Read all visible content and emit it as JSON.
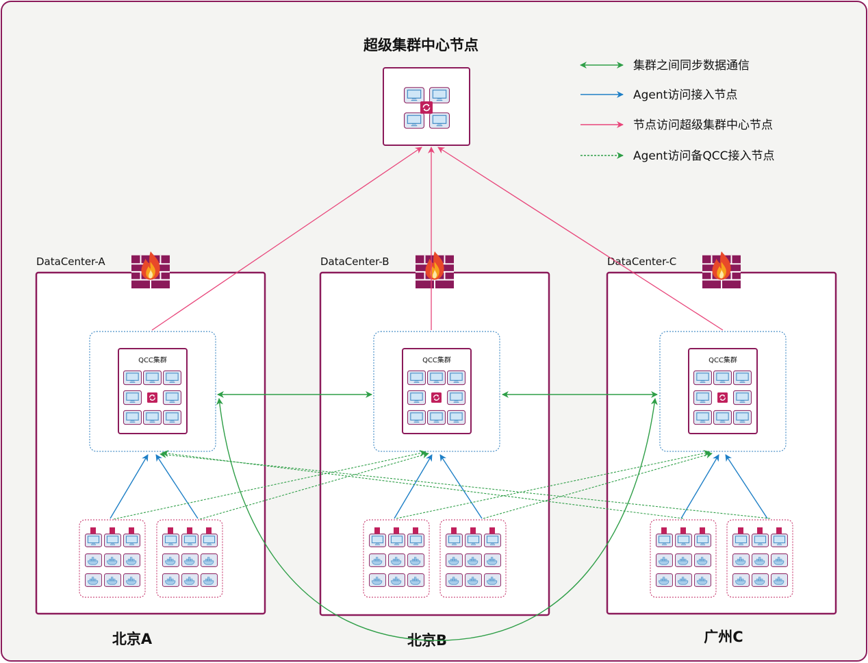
{
  "title": "超级集群中心节点",
  "legend": [
    {
      "label": "集群之间同步数据通信",
      "color": "#2e9e47",
      "style": "solid",
      "heads": "both"
    },
    {
      "label": "Agent访问接入节点",
      "color": "#1e7fc6",
      "style": "solid",
      "heads": "end"
    },
    {
      "label": "节点访问超级集群中心节点",
      "color": "#e8457a",
      "style": "solid",
      "heads": "end"
    },
    {
      "label": "Agent访问备QCC接入节点",
      "color": "#2e9e47",
      "style": "dotted",
      "heads": "end"
    }
  ],
  "datacenters": [
    {
      "name": "DataCenter-A",
      "cluster_label": "QCC集群",
      "region": "北京A"
    },
    {
      "name": "DataCenter-B",
      "cluster_label": "QCC集群",
      "region": "北京B"
    },
    {
      "name": "DataCenter-C",
      "cluster_label": "QCC集群",
      "region": "广州C"
    }
  ],
  "colors": {
    "frame": "#8b1a5a",
    "panel_bg": "#f4f4f2",
    "monitor_fill": "#cfe6f7",
    "monitor_stroke": "#4a90c8",
    "tile_fill": "#ece6f2",
    "sync_arrow": "#2e9e47",
    "agent_arrow": "#1e7fc6",
    "center_arrow": "#e8457a",
    "fire_red": "#e8492a",
    "fire_orange": "#f6a11c"
  },
  "icons": [
    "monitor-icon",
    "sync-icon",
    "firewall-icon",
    "docker-icon",
    "qcc-badge-icon"
  ]
}
